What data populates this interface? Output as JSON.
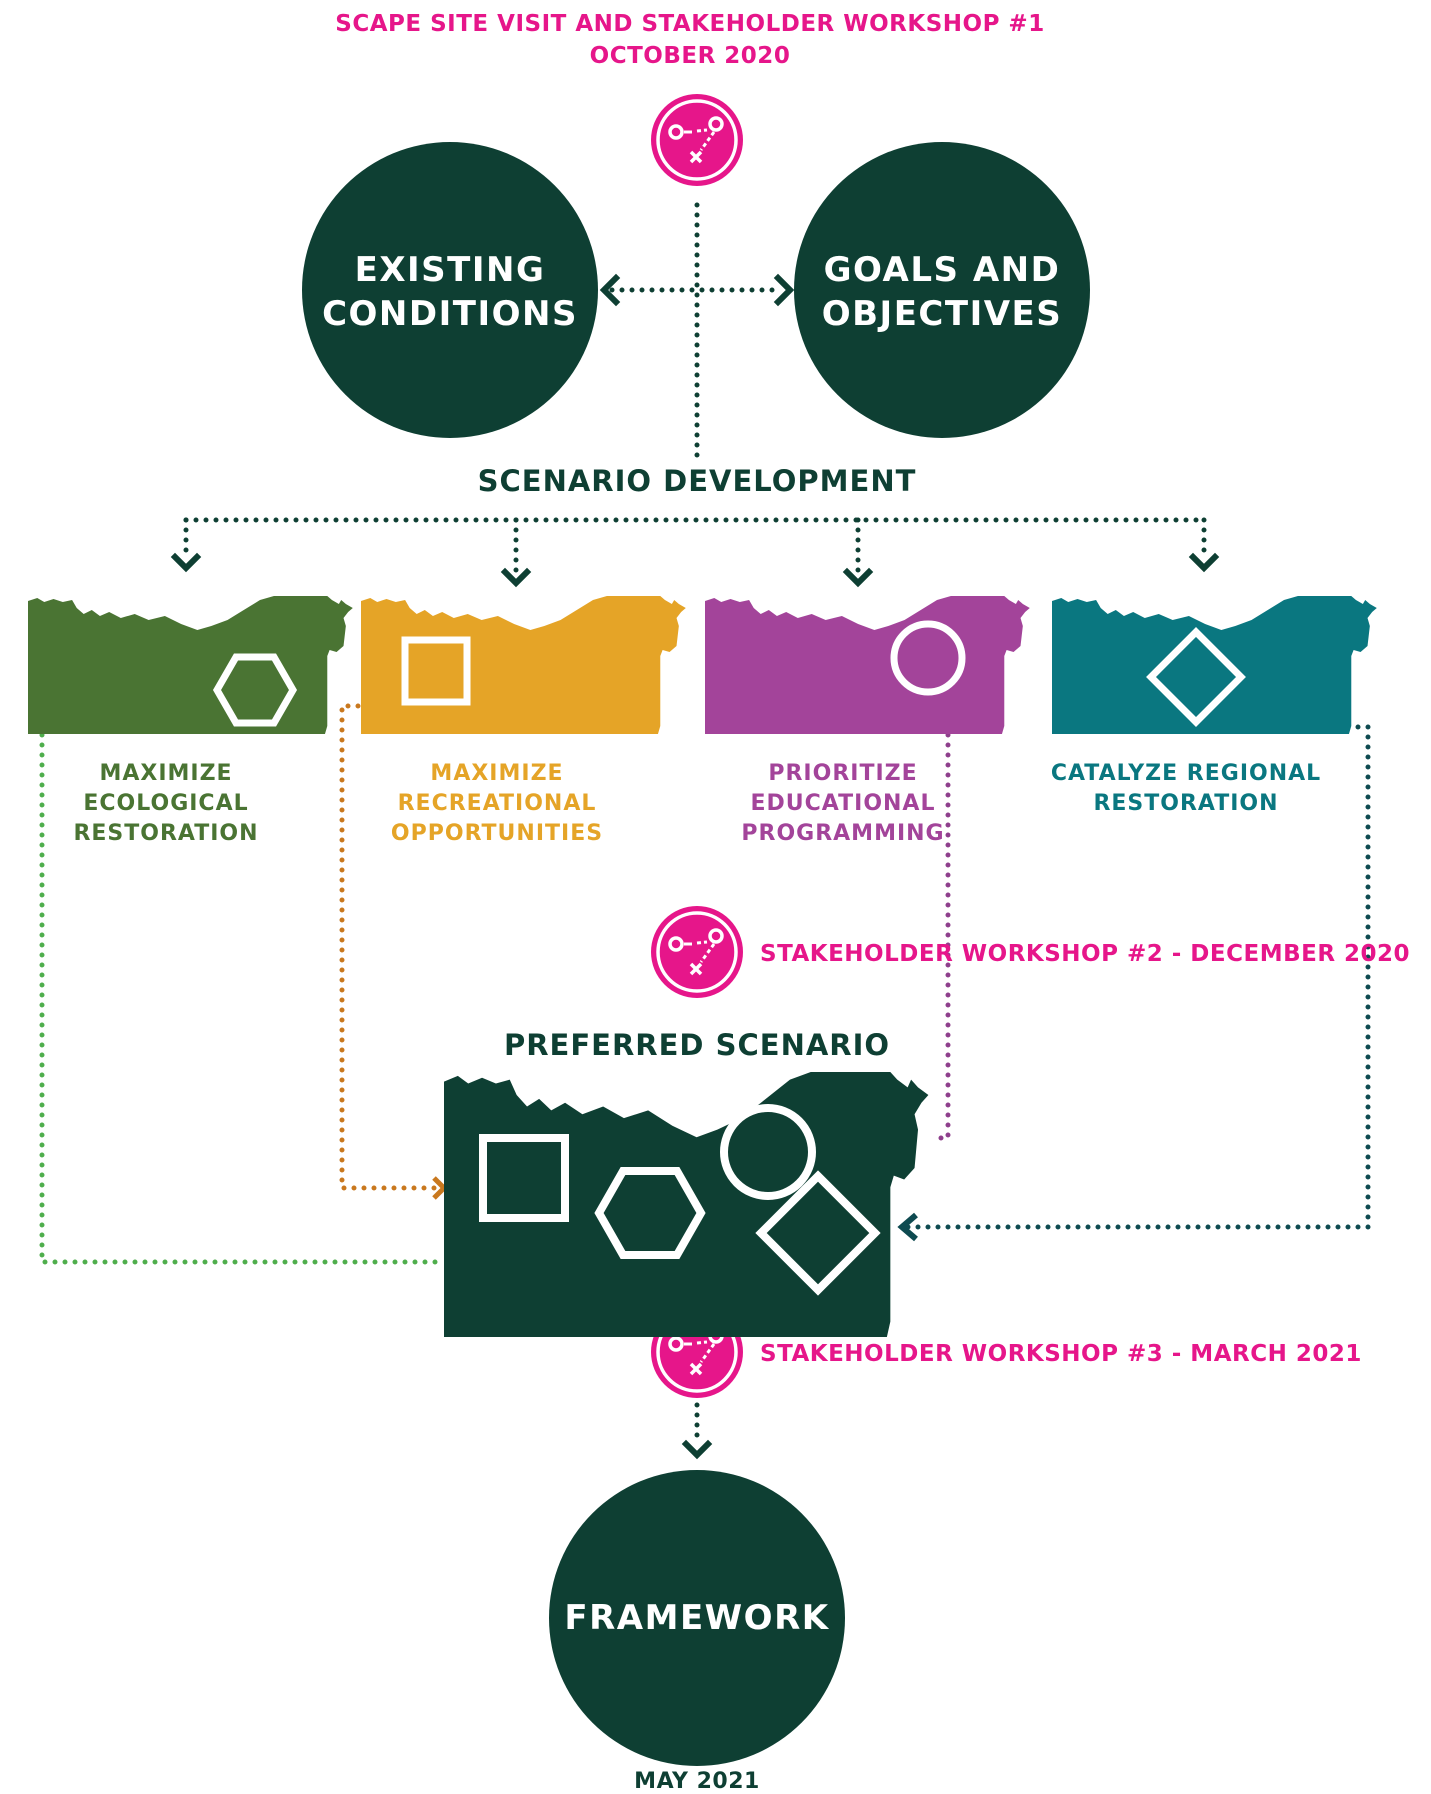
{
  "workshop1": {
    "title": "SCAPE SITE VISIT AND STAKEHOLDER WORKSHOP #1",
    "date": "OCTOBER 2020"
  },
  "existing_conditions": [
    "EXISTING",
    "CONDITIONS"
  ],
  "goals_objectives": [
    "GOALS AND",
    "OBJECTIVES"
  ],
  "scenario_development": "SCENARIO DEVELOPMENT",
  "scenarios": [
    {
      "lines": [
        "MAXIMIZE",
        "ECOLOGICAL",
        "RESTORATION"
      ],
      "color": "#4A7433",
      "shape": "hexagon"
    },
    {
      "lines": [
        "MAXIMIZE",
        "RECREATIONAL",
        "OPPORTUNITIES"
      ],
      "color": "#E5A427",
      "shape": "square"
    },
    {
      "lines": [
        "PRIORITIZE",
        "EDUCATIONAL",
        "PROGRAMMING"
      ],
      "color": "#A3449A",
      "shape": "circle"
    },
    {
      "lines": [
        "CATALYZE REGIONAL",
        "RESTORATION"
      ],
      "color": "#0A7780",
      "shape": "diamond"
    }
  ],
  "workshop2": "STAKEHOLDER WORKSHOP #2 - DECEMBER 2020",
  "preferred_scenario": "PREFERRED SCENARIO",
  "workshop3": "STAKEHOLDER WORKSHOP #3 - MARCH 2021",
  "framework": "FRAMEWORK",
  "framework_date": "MAY 2021",
  "colors": {
    "dark_green": "#0E3F33",
    "pink": "#E6168A",
    "ecological_line": "#4FAE4C",
    "recreational_line": "#C9781E",
    "educational_line": "#8E3F8C",
    "regional_line": "#0E4A50"
  },
  "icons": [
    "workshop-route-icon",
    "hexagon-icon",
    "square-icon",
    "circle-icon",
    "diamond-icon"
  ]
}
